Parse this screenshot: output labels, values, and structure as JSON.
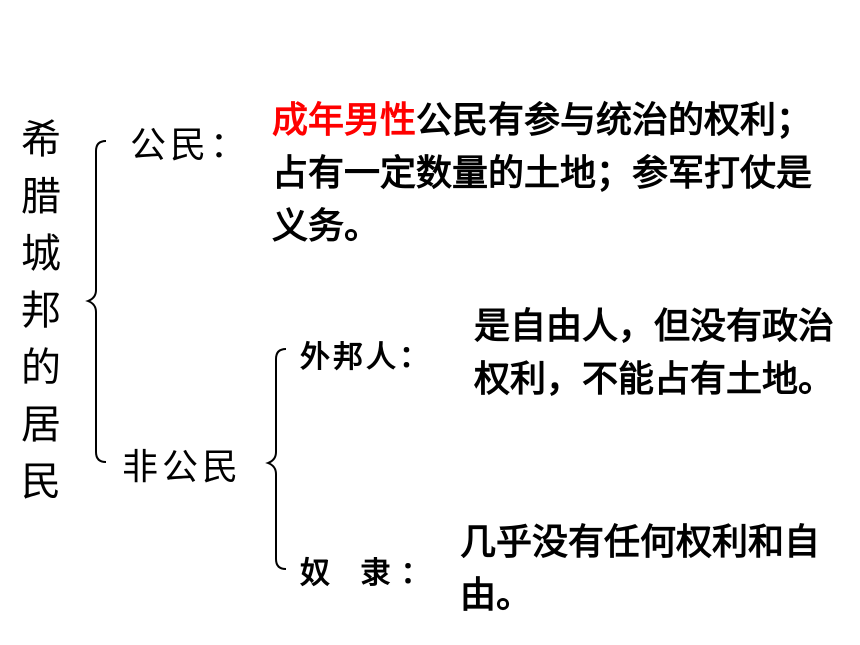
{
  "root": {
    "label": "希腊城邦的居民"
  },
  "citizen": {
    "label": "公民：",
    "highlight": "成年男性",
    "description": "公民有参与统治的权利；占有一定数量的土地；参军打仗是义务。",
    "highlight_color": "#ff0000"
  },
  "non_citizen": {
    "label": "非公民",
    "foreigner": {
      "label": "外邦人：",
      "description": "是自由人，但没有政治权利，不能占有土地。"
    },
    "slave": {
      "label": "奴 隶：",
      "description": "几乎没有任何权利和自由。"
    }
  }
}
